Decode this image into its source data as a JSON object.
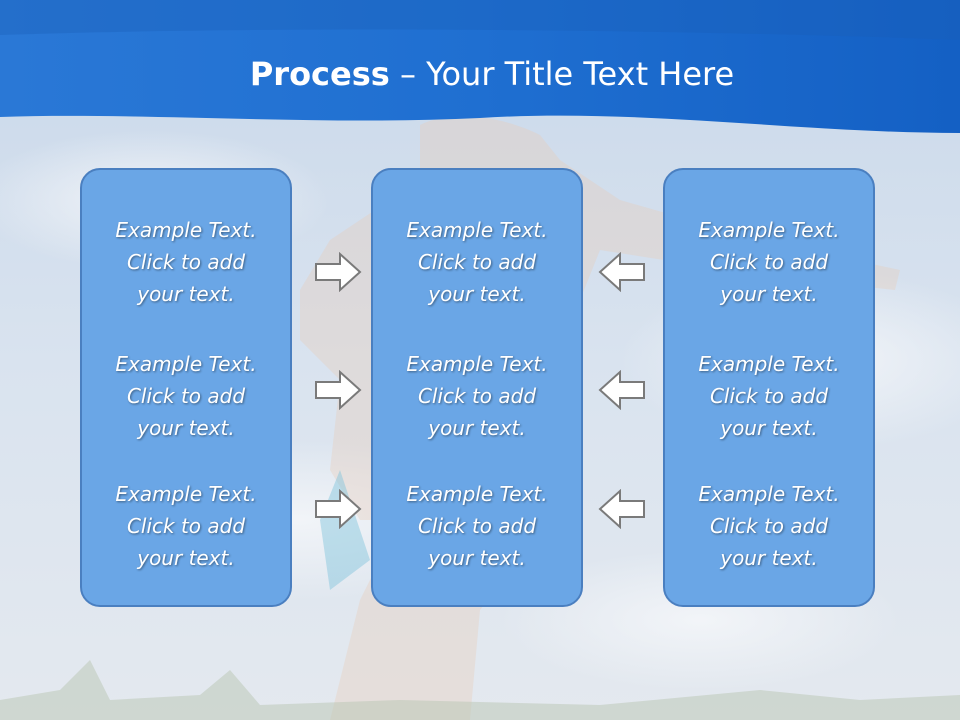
{
  "title": {
    "bold": "Process",
    "rest": " – Your Title Text Here"
  },
  "colors": {
    "header_blue": "#1e6fd0",
    "panel_fill": "#6aa6e6",
    "panel_border": "#4a7fc0",
    "arrow_fill": "#ffffff",
    "arrow_stroke": "#7a7a7a"
  },
  "arrow_icon": "outlined-block-arrow",
  "columns": [
    {
      "arrow_direction": "right",
      "items": [
        {
          "l1": "Example Text.",
          "l2": "Click  to add",
          "l3": "your text."
        },
        {
          "l1": "Example Text.",
          "l2": "Click  to add",
          "l3": "your text."
        },
        {
          "l1": "Example Text.",
          "l2": "Click  to add",
          "l3": "your text."
        }
      ]
    },
    {
      "items": [
        {
          "l1": "Example Text.",
          "l2": "Click  to add",
          "l3": "your text."
        },
        {
          "l1": "Example Text.",
          "l2": "Click  to add",
          "l3": "your text."
        },
        {
          "l1": "Example Text.",
          "l2": "Click  to add",
          "l3": "your text."
        }
      ]
    },
    {
      "arrow_direction": "left",
      "items": [
        {
          "l1": "Example Text.",
          "l2": "Click  to add",
          "l3": "your text."
        },
        {
          "l1": "Example Text.",
          "l2": "Click  to add",
          "l3": "your text."
        },
        {
          "l1": "Example Text.",
          "l2": "Click  to add",
          "l3": "your text."
        }
      ]
    }
  ]
}
